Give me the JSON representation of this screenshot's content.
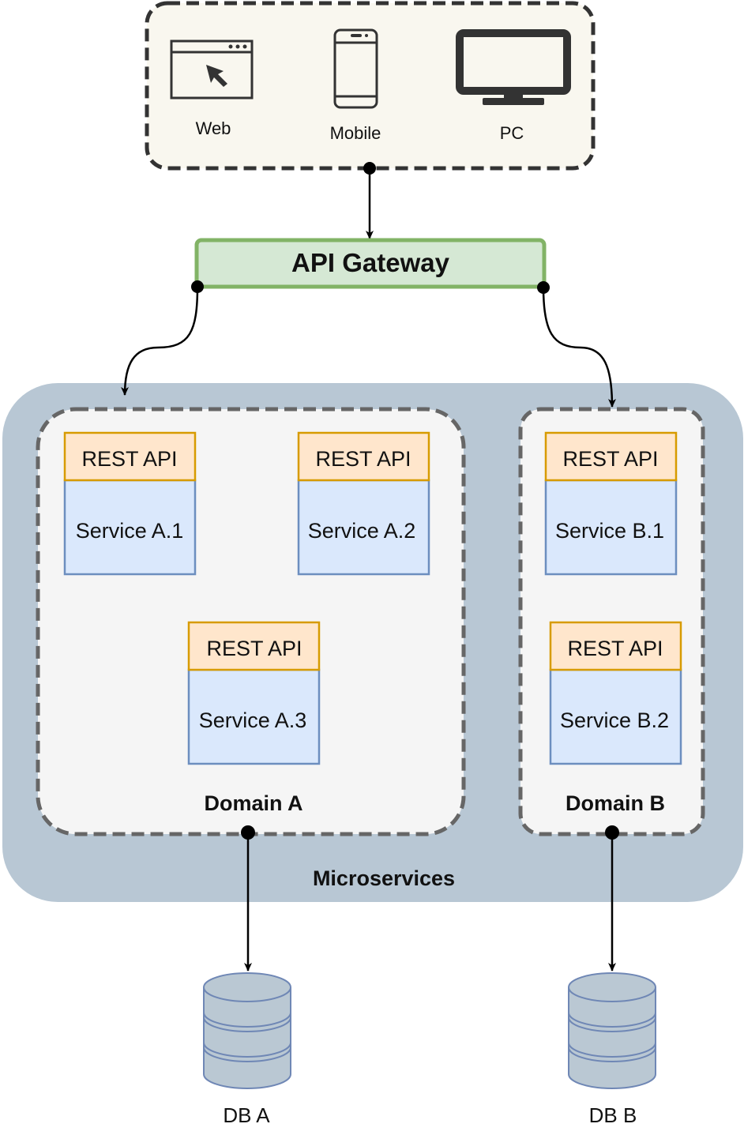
{
  "clients": {
    "web": "Web",
    "mobile": "Mobile",
    "pc": "PC"
  },
  "gateway": {
    "label": "API Gateway"
  },
  "microservices": {
    "label": "Microservices"
  },
  "domains": {
    "a": {
      "label": "Domain A",
      "services": [
        {
          "api": "REST API",
          "name": "Service A.1"
        },
        {
          "api": "REST API",
          "name": "Service A.2"
        },
        {
          "api": "REST API",
          "name": "Service A.3"
        }
      ]
    },
    "b": {
      "label": "Domain B",
      "services": [
        {
          "api": "REST API",
          "name": "Service B.1"
        },
        {
          "api": "REST API",
          "name": "Service B.2"
        }
      ]
    }
  },
  "databases": {
    "a": "DB A",
    "b": "DB B"
  },
  "colors": {
    "client_panel_fill": "#f9f7ef",
    "gateway_fill": "#d5e8d4",
    "gateway_stroke": "#82b366",
    "microservices_fill": "#b8c7d4",
    "domain_fill": "#f5f5f5",
    "rest_api_fill": "#ffe6cc",
    "rest_api_stroke": "#d79b00",
    "service_fill": "#dae8fc",
    "service_stroke": "#6c8ebf",
    "db_fill": "#bac8d3",
    "db_stroke": "#6f87b5"
  }
}
